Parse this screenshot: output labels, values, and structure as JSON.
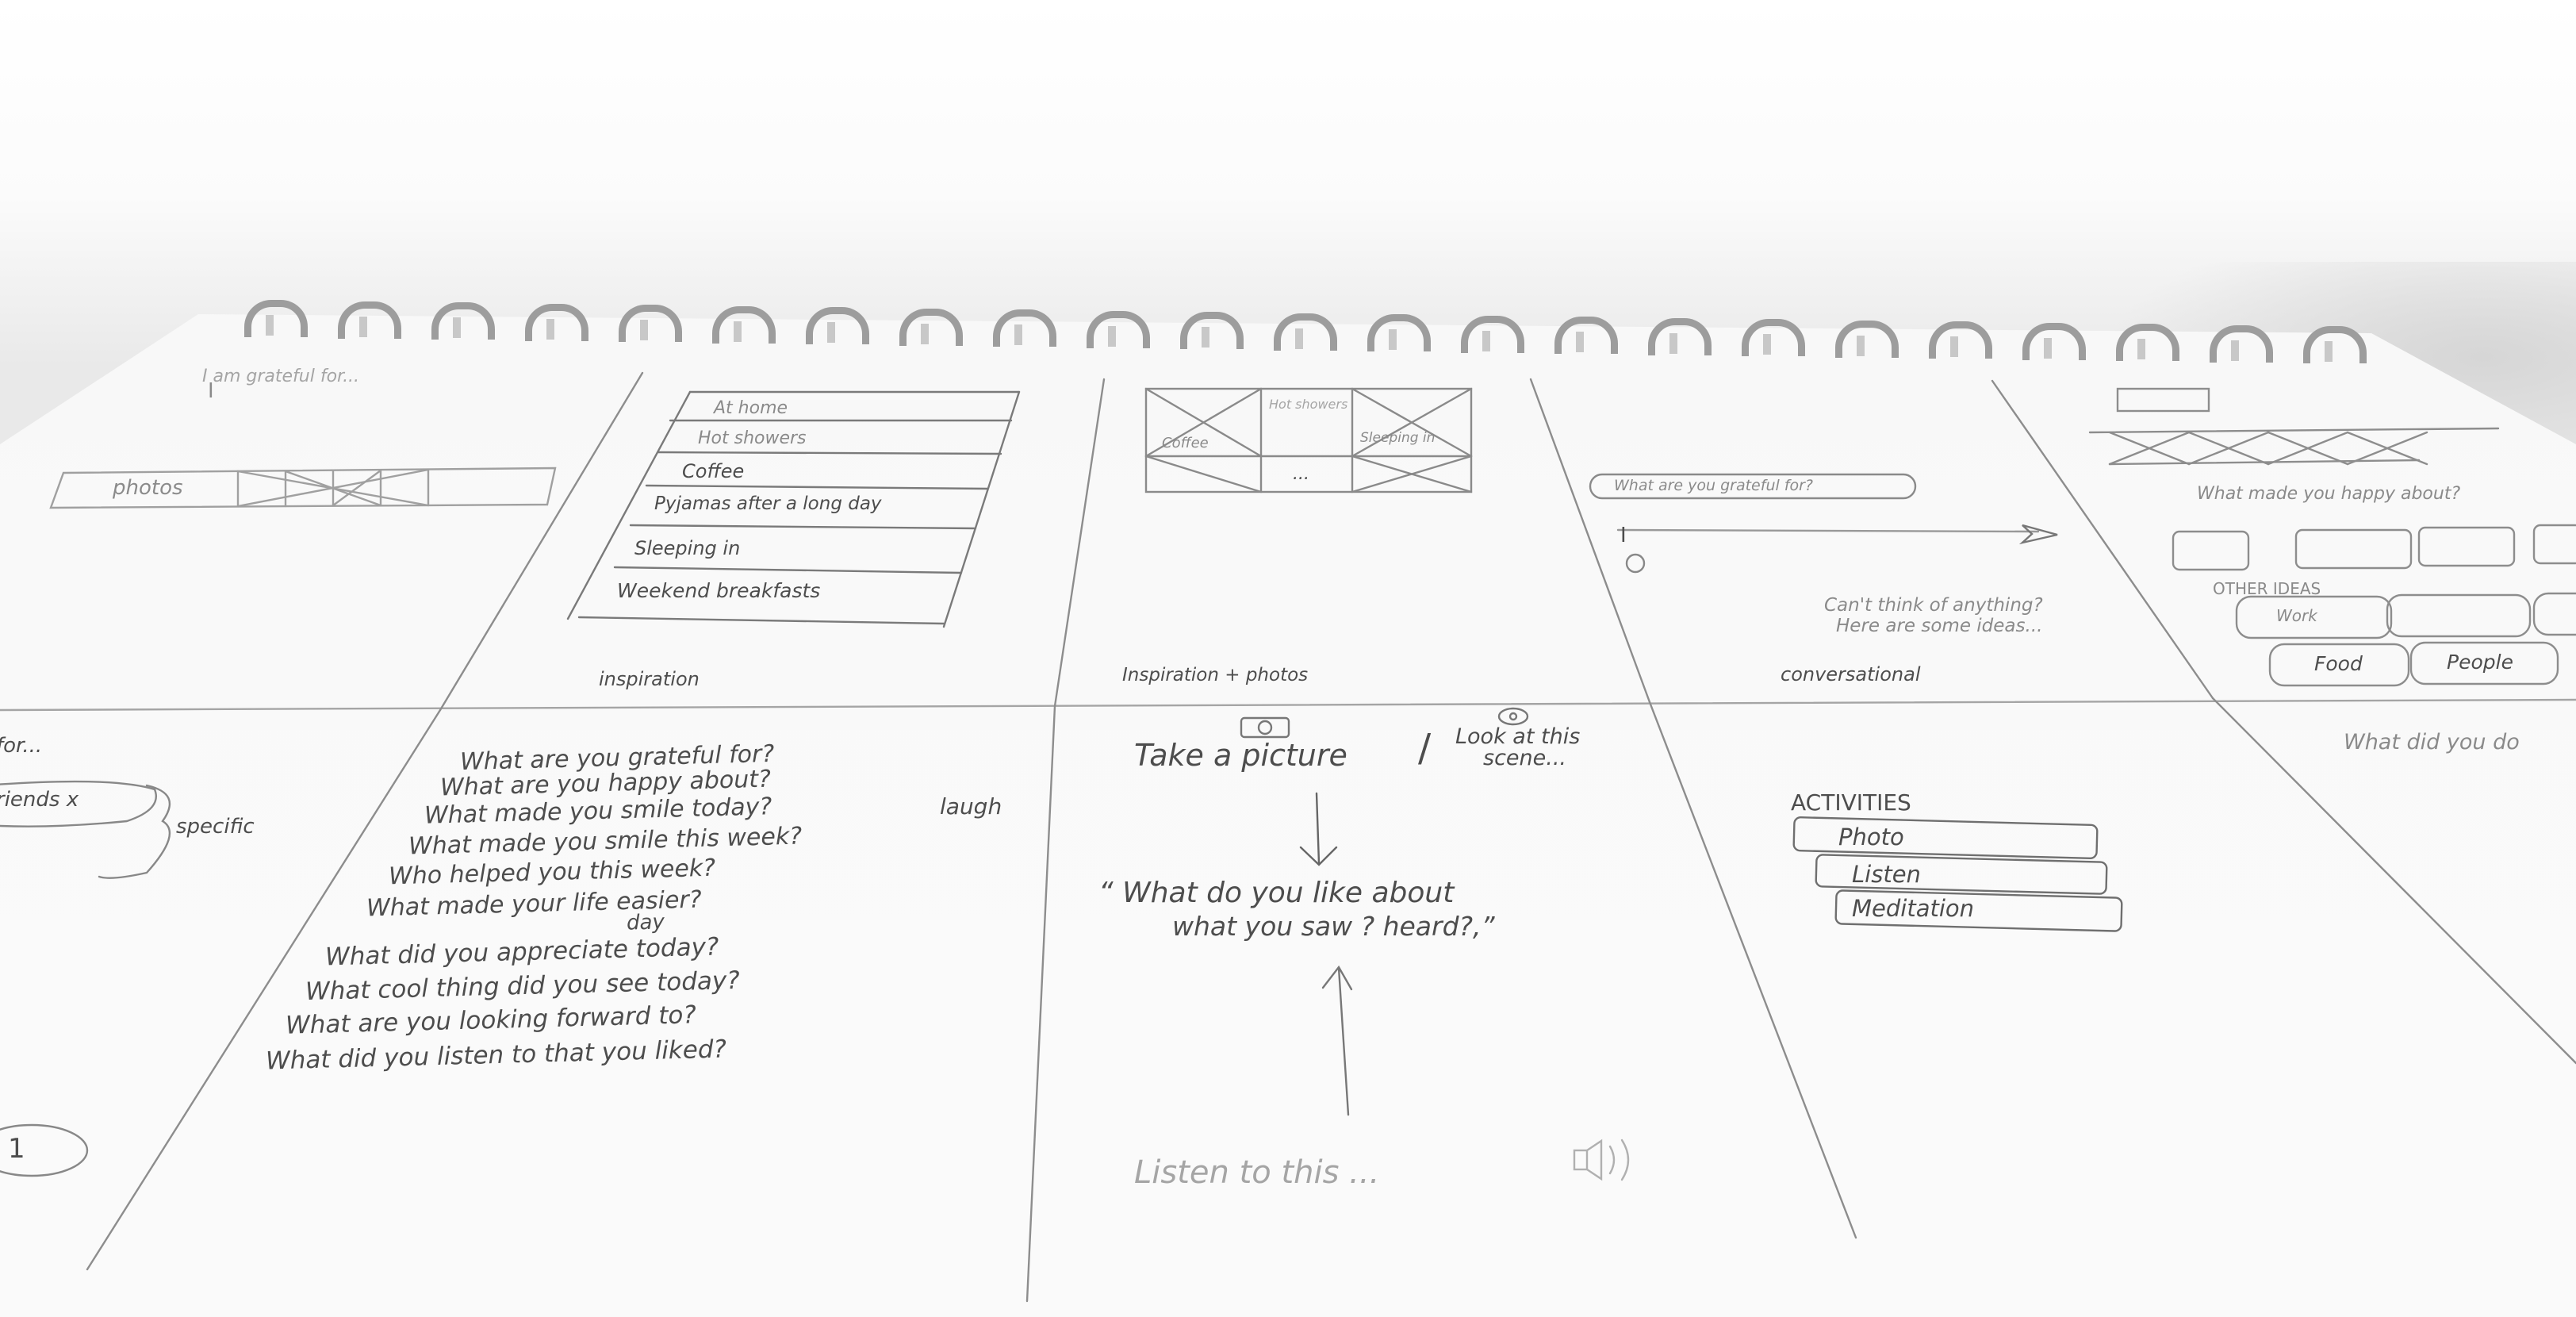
{
  "photo_label": "photos",
  "panel1": {
    "title": "I am grateful for...",
    "cursor": "I"
  },
  "list_panel": {
    "items": [
      "At home",
      "Hot showers",
      "Coffee",
      "Pyjamas after a long day",
      "Sleeping in",
      "Weekend breakfasts"
    ]
  },
  "grid_panel": {
    "cells": [
      "Hot showers",
      "Coffee",
      "Sleeping in",
      "..."
    ]
  },
  "chat_panel": {
    "bubble": "What are you grateful for?",
    "cursor": "I",
    "suggest_line1": "Can't think of anything?",
    "suggest_line2": "Here are some ideas..."
  },
  "right_panel": {
    "other_ideas": "OTHER IDEAS",
    "chips": [
      "Work",
      "Food",
      "People"
    ],
    "prompt": "What made you happy about?"
  },
  "captions": {
    "inspiration": "inspiration",
    "inspiration_photos": "Inspiration + photos",
    "conversational": "conversational"
  },
  "lower_left": {
    "for": "for...",
    "friends": "riends x",
    "specific": "specific"
  },
  "questions": [
    "What are you grateful for?",
    "What are you happy about?",
    "What made you smile today?",
    "What made you smile this week?",
    "Who helped you this week?",
    "What made your life easier?",
    "day",
    "What did you appreciate today?",
    "What cool thing did you see today?",
    "What are you looking forward to?",
    "What did you listen to that you liked?"
  ],
  "laugh_note": "laugh",
  "photo_flow": {
    "take": "Take a picture",
    "look_line1": "Look at this",
    "look_line2": "scene...",
    "quote_line1": "“ What do you like about",
    "quote_line2": "what you saw ? heard?,”",
    "listen": "Listen to this ..."
  },
  "activities": {
    "title": "ACTIVITIES",
    "items": [
      "Photo",
      "Listen",
      "Meditation"
    ]
  },
  "right_lower": "What did you do",
  "colors": {
    "pencil": "#555555",
    "faint_pencil": "#9a9a9a",
    "paper": "#f8f8f8"
  }
}
